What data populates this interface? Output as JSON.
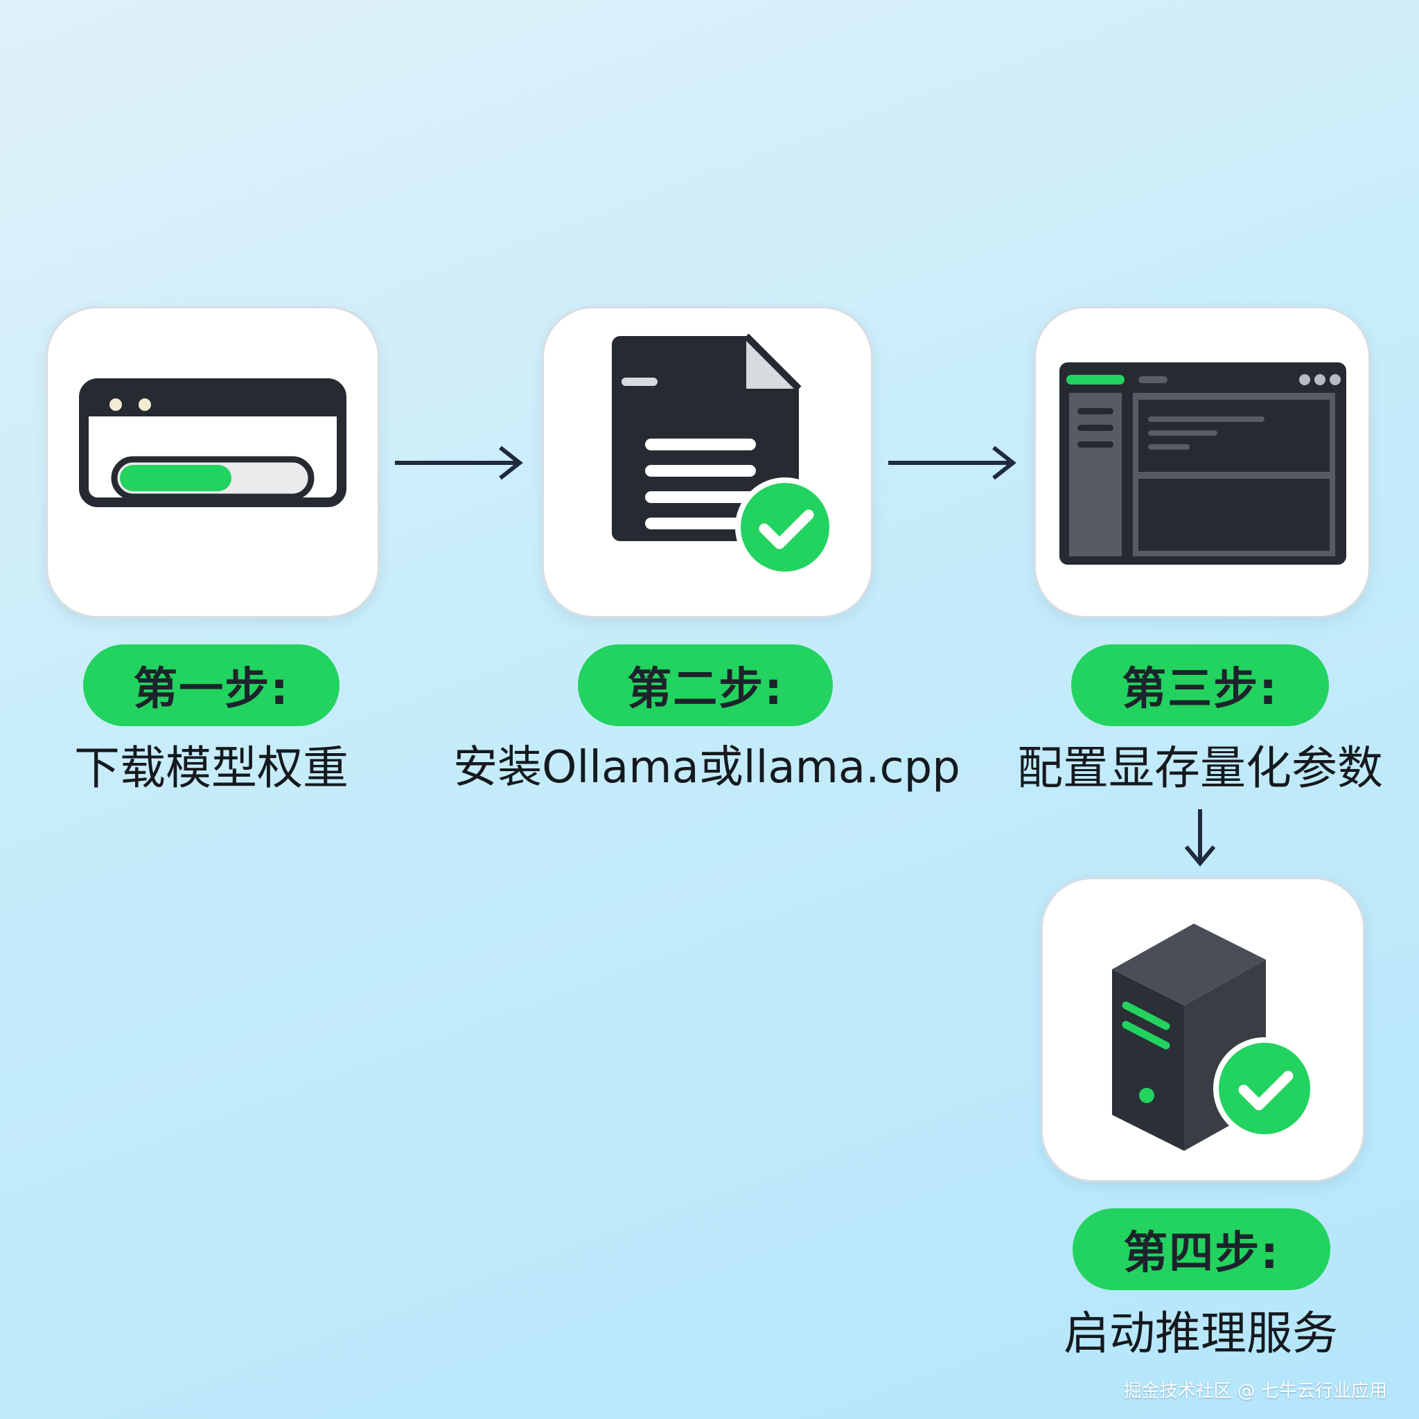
{
  "colors": {
    "accent_green": "#22d35f",
    "icon_dark": "#262a31",
    "arrow": "#1f2b3c"
  },
  "steps": [
    {
      "label": "第一步:",
      "description": "下载模型权重",
      "icon": "download-progress-window-icon"
    },
    {
      "label": "第二步:",
      "description": "安装Ollama或llama.cpp",
      "icon": "document-check-icon"
    },
    {
      "label": "第三步:",
      "description": "配置显存量化参数",
      "icon": "config-panel-window-icon"
    },
    {
      "label": "第四步:",
      "description": "启动推理服务",
      "icon": "server-check-icon"
    }
  ],
  "progress": {
    "fraction": 0.6
  },
  "watermark": "掘金技术社区 @ 七牛云行业应用"
}
